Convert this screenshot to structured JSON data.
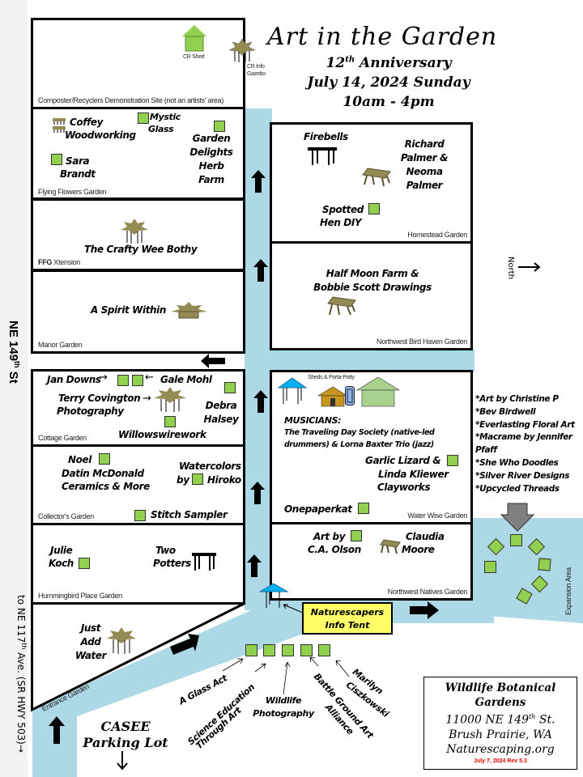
{
  "header": {
    "title": "Art in the Garden",
    "anniversary": "12",
    "anniversary_sup": "th",
    "anniversary_word": "Anniversary",
    "date": "July 14, 2024 Sunday",
    "time": "10am - 4pm"
  },
  "streets": {
    "left_street": "NE 149",
    "left_street_sup": "th",
    "left_street_suffix": " St",
    "bottom_left_prefix": "to NE 117",
    "bottom_left_sup": "th",
    "bottom_left_suffix": " Ave. (SR HWY 503)→"
  },
  "landmarks": {
    "cr_shed": "CR Shed",
    "cr_info_gazebo_1": "CR Info",
    "cr_info_gazebo_2": "Gazebo",
    "sheds_porta_potty": "Sheds & Porta-Potty",
    "north": "North",
    "expansion_area": "Expansion Area",
    "parking_lot_1": "CASEE",
    "parking_lot_2": "Parking Lot",
    "info_tent_1": "Naturescapers",
    "info_tent_2": "Info Tent"
  },
  "gardens": {
    "composter": {
      "label": "Composter/Recyclers Demonstration Site (not an artists' area)"
    },
    "flying_flowers": {
      "label": "Flying Flowers Garden",
      "vendors": [
        "Coffey",
        "Woodworking",
        "Mystic",
        "Glass",
        "Garden",
        "Delights",
        "Herb",
        "Farm",
        "Sara",
        "Brandt"
      ]
    },
    "ffg_xtension": {
      "label_bold": "FFG",
      "label_rest": " Xtension",
      "vendors": [
        "The Crafty Wee Bothy"
      ]
    },
    "manor": {
      "label": "Manor Garden",
      "vendors": [
        "A Spirit  Within"
      ]
    },
    "cottage": {
      "label": "Cottage  Garden",
      "vendors": [
        "Jan Downs",
        "Gale Mohl",
        "Terry Covington",
        "Photography",
        "Debra",
        "Halsey",
        "Willowswirework"
      ]
    },
    "collectors": {
      "label": "Collector's Garden",
      "vendors": [
        "Noel",
        "Datin McDonald",
        "Ceramics & More",
        "Watercolors",
        "by",
        "Hiroko",
        "Stitch  Sampler"
      ]
    },
    "hummingbird": {
      "label": "Hummingbird Place Garden",
      "vendors": [
        "Julie",
        "Koch",
        "Two",
        "Potters"
      ]
    },
    "entrance": {
      "label": "Entrance Garden",
      "vendors": [
        "Just",
        "Add",
        "Water"
      ]
    },
    "homestead": {
      "label": "Homestead Garden",
      "vendors": [
        "Firebells",
        "Richard",
        "Palmer  &",
        "Neoma",
        "Palmer",
        "Spotted",
        "Hen DIY"
      ]
    },
    "bird_haven": {
      "label": "Northwest Bird Haven Garden",
      "vendors": [
        "Half Moon Farm &",
        "Bobbie Scott Drawings"
      ]
    },
    "water_wise": {
      "label": "Water Wise Garden",
      "musicians_title": "MUSICIANS:",
      "musicians_1": "The Traveling Day Society (native-led",
      "musicians_2": "drummers)    &    Lorna Baxter Trio (jazz)",
      "vendors": [
        "Garlic Lizard  &",
        "Linda Kliewer",
        "Clayworks",
        "Onepaperkat"
      ]
    },
    "nw_natives": {
      "label": "Northwest Natives Garden",
      "vendors": [
        "Art by",
        "C.A. Olson",
        "Claudia",
        "Moore"
      ]
    }
  },
  "expansion_vendors": [
    "*Art by Christine  P",
    "*Bev Birdwell",
    "*Everlasting  Floral Art",
    "*Macrame by Jennifer",
    "Pfaff",
    "*She Who Doodles",
    "*Silver River  Designs",
    "*Upcycled  Threads"
  ],
  "path_vendors": [
    "A Glass Act",
    "Science Education",
    "Through Art",
    "Wildlife",
    "Photography",
    "Battle Ground Art",
    "Alliance",
    "Marilyn",
    "Ciszkowski"
  ],
  "info_box": {
    "line1": "Wildlife Botanical",
    "line2": "Gardens",
    "line3_prefix": "11000 NE 149",
    "line3_sup": "th",
    "line3_suffix": " St.",
    "line4": "Brush Prairie, WA",
    "line5": "Naturescaping.org",
    "revision": "July 7, 2024  Rev 5.3"
  },
  "colors": {
    "path": "#add8e6",
    "booth": "#92d050",
    "canopy": "#948a54",
    "tent": "#ffff66",
    "revision": "#e00000"
  }
}
